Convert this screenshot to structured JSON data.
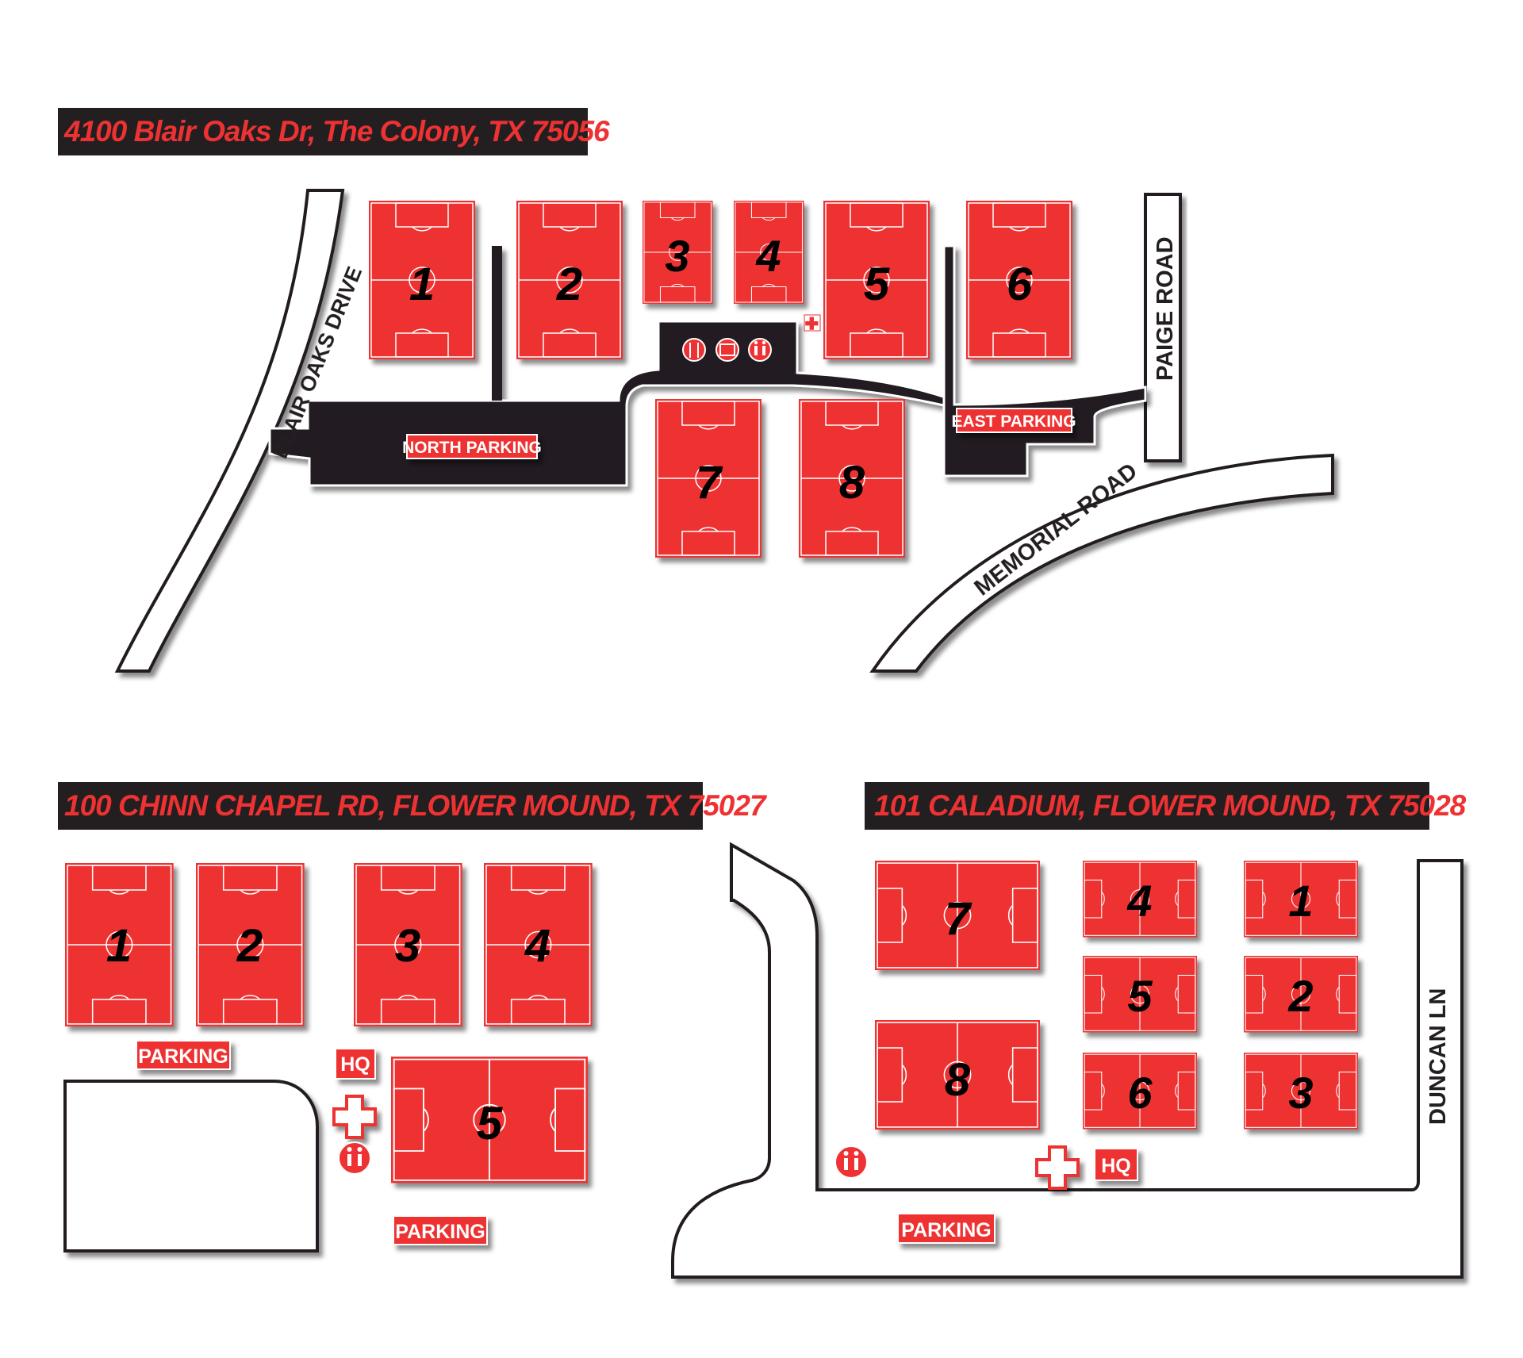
{
  "site1": {
    "address": "4100 Blair Oaks Dr, The Colony, TX 75056",
    "roads": {
      "blair_oaks": "BLAIR OAKS DRIVE",
      "paige": "PAIGE ROAD",
      "memorial": "MEMORIAL ROAD"
    },
    "parking": {
      "north": "NORTH PARKING",
      "east": "EAST PARKING"
    },
    "fields": [
      "1",
      "2",
      "3",
      "4",
      "5",
      "6",
      "7",
      "8"
    ],
    "amenities": [
      "food-icon",
      "concession-stand-icon",
      "restroom-icon",
      "first-aid-icon"
    ]
  },
  "site2": {
    "address": "100 CHINN CHAPEL RD, FLOWER MOUND, TX 75027",
    "parking_labels": [
      "PARKING",
      "PARKING"
    ],
    "hq": "HQ",
    "fields": [
      "1",
      "2",
      "3",
      "4",
      "5"
    ],
    "amenities": [
      "first-aid-icon",
      "restroom-icon"
    ]
  },
  "site3": {
    "address": "101 CALADIUM, FLOWER MOUND, TX 75028",
    "road": "DUNCAN LN",
    "parking": "PARKING",
    "hq": "HQ",
    "fields": [
      "7",
      "8",
      "4",
      "5",
      "6",
      "1",
      "2",
      "3"
    ],
    "amenities": [
      "restroom-icon",
      "first-aid-icon"
    ]
  },
  "colors": {
    "field": "#ee3233",
    "dark": "#231f20",
    "road": "#ffffff"
  }
}
